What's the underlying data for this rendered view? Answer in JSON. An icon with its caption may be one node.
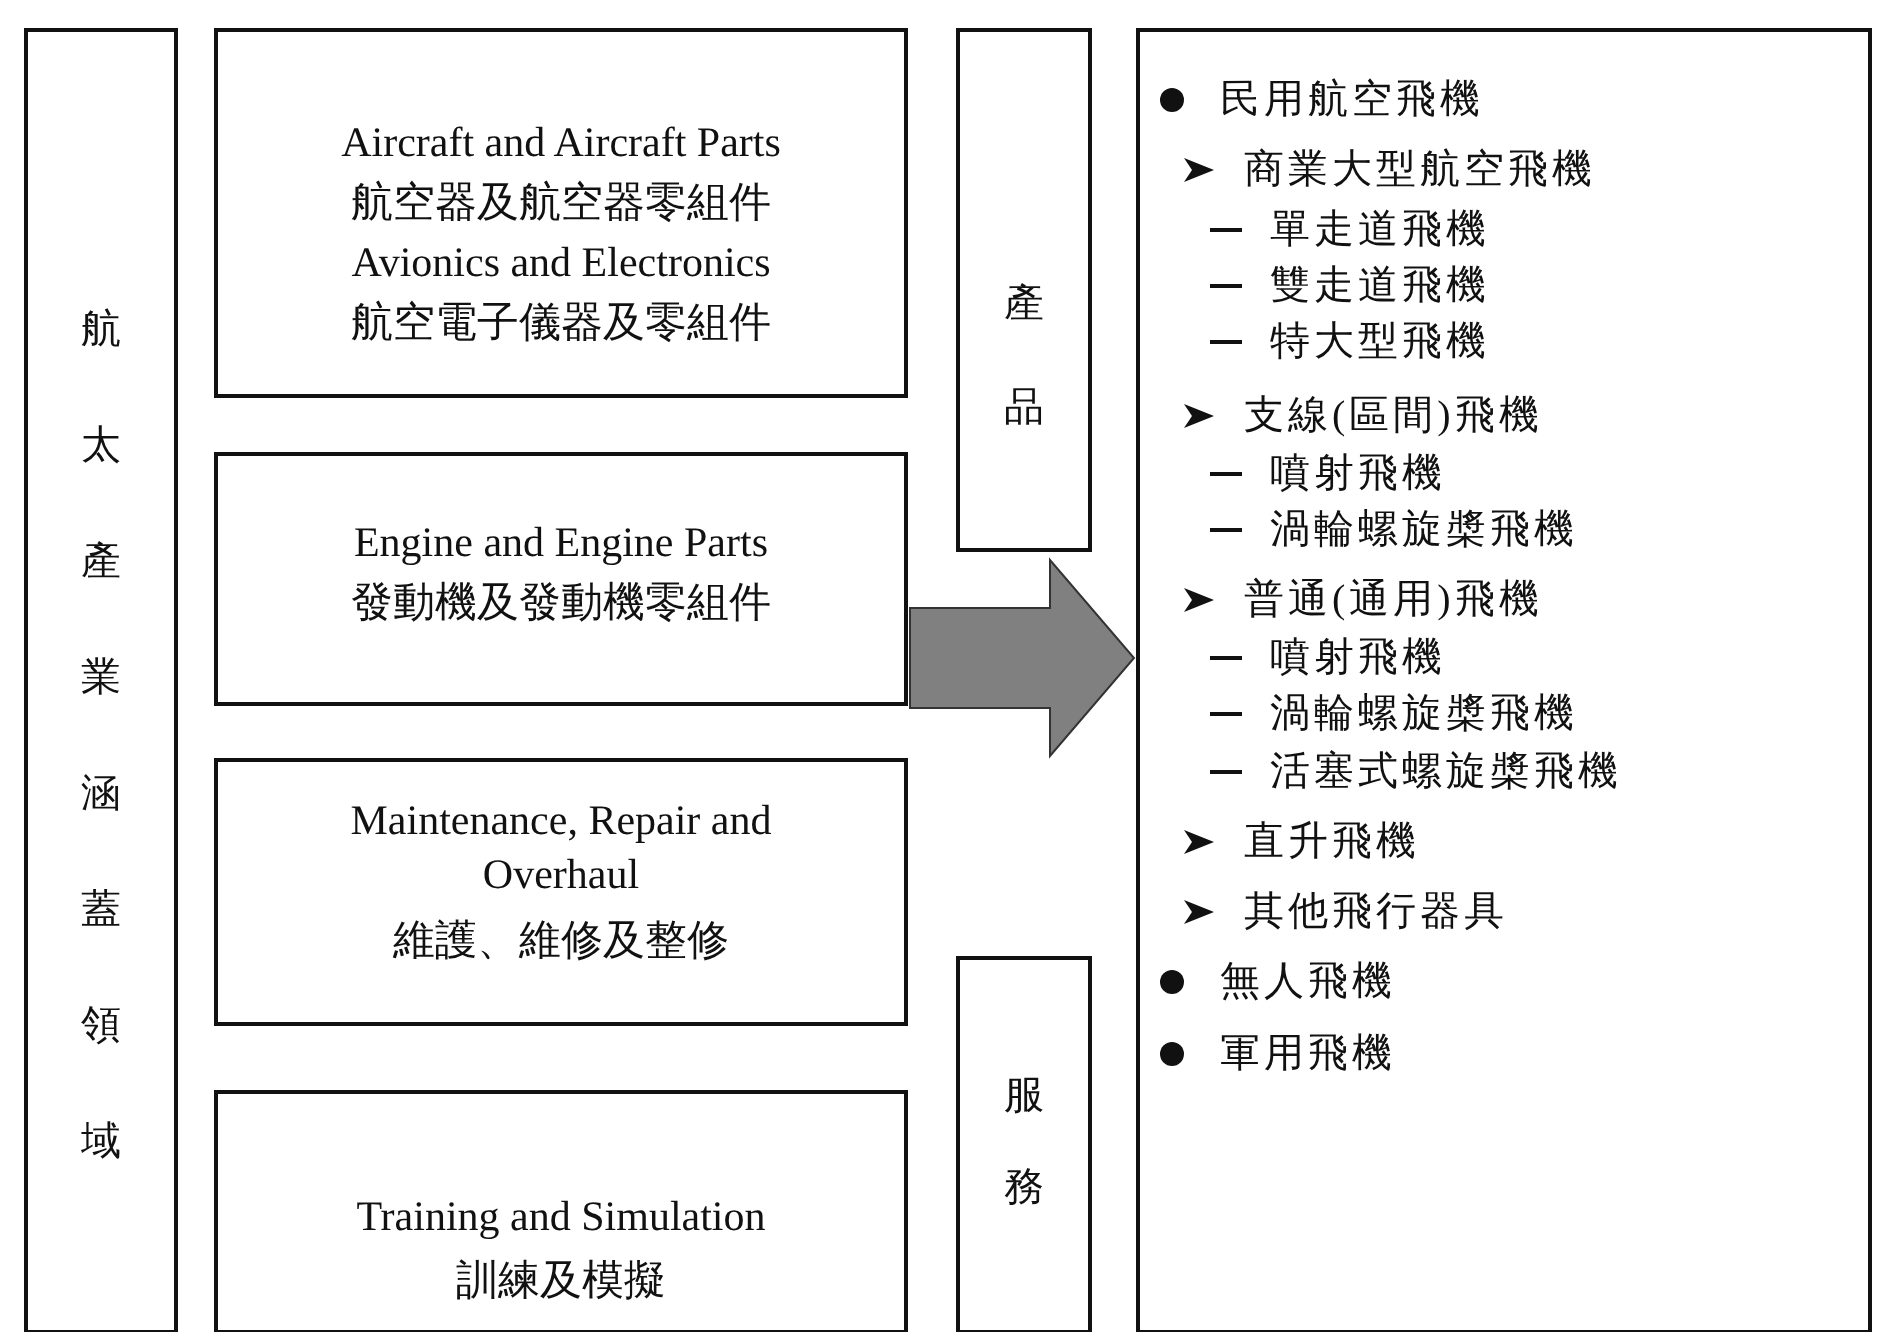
{
  "diagram": {
    "nodes": [
      {
        "text": [
          "航太產業涵蓋領域"
        ]
      },
      {
        "text": [
          "Aircraft and Aircraft Parts",
          "航空器及航空器零組件",
          "Avionics and Electronics",
          "航空電子儀器及零組件"
        ]
      },
      {
        "text": [
          "Engine and Engine Parts",
          "發動機及發動機零組件"
        ]
      },
      {
        "text": [
          "Maintenance, Repair and Overhaul",
          "維護、維修及整修"
        ]
      },
      {
        "text": [
          "Training and Simulation",
          "訓練及模擬"
        ]
      },
      {
        "text": [
          "產品"
        ]
      },
      {
        "text": [
          "服務"
        ]
      },
      {
        "text": [
          "民用航空飛機",
          "商業大型航空飛機",
          "單走道飛機",
          "雙走道飛機",
          "特大型飛機",
          "支線(區間)飛機",
          "噴射飛機",
          "渦輪螺旋槳飛機",
          "普通(通用)飛機",
          "噴射飛機",
          "渦輪螺旋槳飛機",
          "活塞式螺旋槳飛機",
          "直升飛機",
          "其他飛行器具",
          "無人飛機",
          "軍用飛機"
        ]
      }
    ],
    "edges": [
      {
        "from": null,
        "to": 7,
        "arrow": "to",
        "style": "thick",
        "color": "#808080"
      }
    ]
  }
}
